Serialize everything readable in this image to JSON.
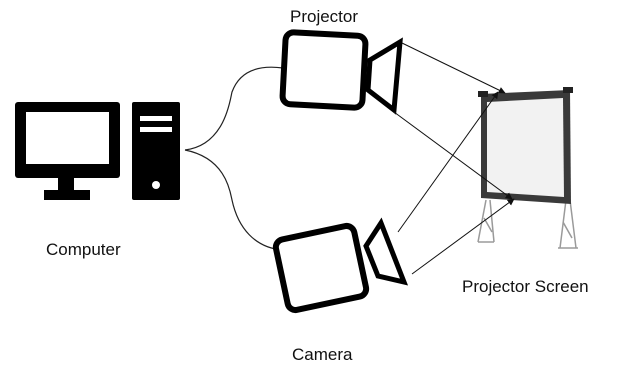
{
  "nodes": {
    "projector": {
      "label": "Projector"
    },
    "computer": {
      "label": "Computer"
    },
    "camera": {
      "label": "Camera"
    },
    "screen": {
      "label": "Projector Screen"
    }
  },
  "colors": {
    "stroke": "#111111",
    "screen_frame": "#3a3a3a",
    "screen_surface": "#f2f2f2",
    "stand": "#9a9a9a"
  }
}
